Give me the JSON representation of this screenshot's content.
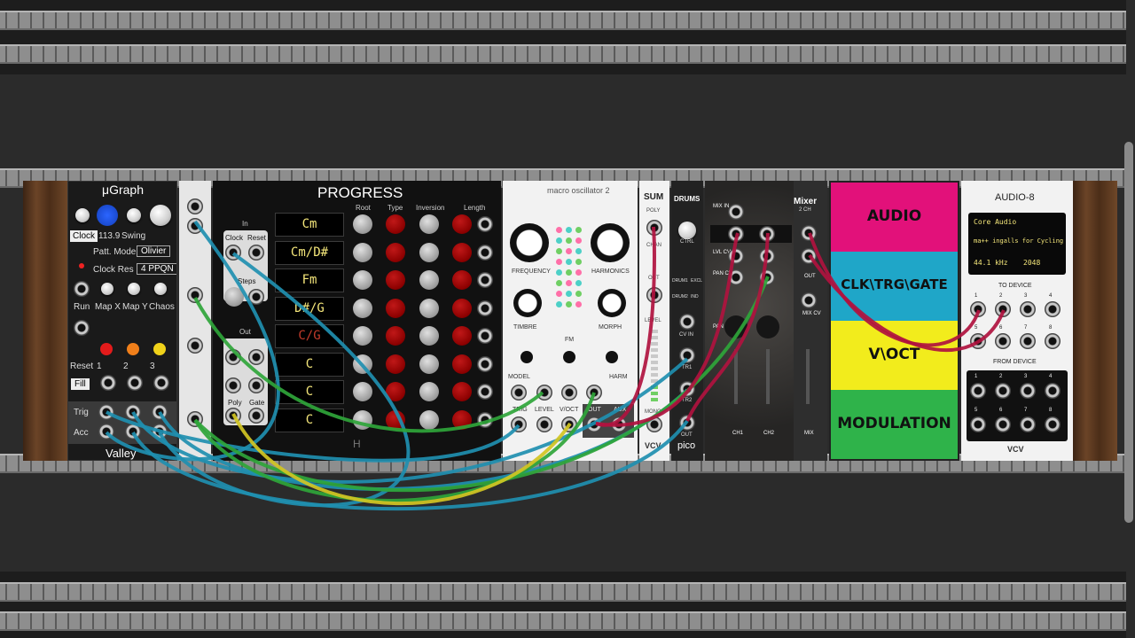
{
  "rack": {
    "colors": {
      "background": "#2b2b2b",
      "rail": "#8e8e8e",
      "cable_blue": "#1f8fb0",
      "cable_green": "#2fa53a",
      "cable_yellow": "#d2c623",
      "cable_red": "#b0123f"
    }
  },
  "ugraph": {
    "title": "μGraph",
    "clock_label": "Clock",
    "clock_value": "113.9",
    "swing_label": "Swing",
    "patt_mode_label": "Patt. Mode",
    "patt_mode_value": "Olivier",
    "clock_res_label": "Clock Res",
    "clock_res_value": "4 PPQN",
    "run_label": "Run",
    "mapx_label": "Map X",
    "mapy_label": "Map Y",
    "chaos_label": "Chaos",
    "reset_label": "Reset",
    "num1": "1",
    "num2": "2",
    "num3": "3",
    "fill_label": "Fill",
    "trig_label": "Trig",
    "acc_label": "Acc",
    "footer": "Valley"
  },
  "progress": {
    "title": "PROGRESS",
    "in_label": "In",
    "clock_label": "Clock",
    "reset_label": "Reset",
    "steps_label": "Steps",
    "out_label": "Out",
    "poly_label": "Poly",
    "gate_label": "Gate",
    "col_root": "Root",
    "col_type": "Type",
    "col_inversion": "Inversion",
    "col_length": "Length",
    "chords": [
      "Cm",
      "Cm/D#",
      "Fm",
      "D#/G",
      "C/G",
      "C",
      "C",
      "C"
    ],
    "footer_mark": "H"
  },
  "macro": {
    "title": "macro oscillator 2",
    "frequency": "FREQUENCY",
    "harmonics": "HARMONICS",
    "timbre": "TIMBRE",
    "fm": "FM",
    "morph": "MORPH",
    "model": "MODEL",
    "harm": "HARM",
    "trig": "TRIG",
    "level": "LEVEL",
    "voct": "V/OCT",
    "out": "OUT",
    "aux": "AUX"
  },
  "sum": {
    "title": "SUM",
    "poly": "POLY",
    "chan": "CHAN",
    "out": "OUT",
    "level": "LEVEL",
    "mono": "MONO",
    "brand": "VCV"
  },
  "drums": {
    "title": "DRUMS",
    "ctrl": "CTRL",
    "drum1": "DRUM1",
    "excl": "EXCL",
    "drum2": "DRUM2",
    "ind": "IND",
    "cv_in": "CV IN",
    "tr1": "TR1",
    "tr2": "TR2",
    "out": "OUT",
    "brand": "pico"
  },
  "mixer": {
    "title": "Mixer",
    "subtitle": "2 CH",
    "mix_in": "MIX IN",
    "lvl_cv": "LVL CV",
    "pan_cv": "PAN CV",
    "pan": "PAN",
    "ch1": "CH1",
    "ch2": "CH2",
    "mix": "MIX",
    "out": "OUT",
    "mix_cv": "MIX CV"
  },
  "notes": {
    "rows": [
      {
        "text": "AUDIO",
        "color": "#e2117a"
      },
      {
        "text": "CLK\\TRG\\GATE",
        "color": "#1fa6c8"
      },
      {
        "text": "V\\OCT",
        "color": "#f2ec1c"
      },
      {
        "text": "MODULATION",
        "color": "#2fb34a"
      }
    ]
  },
  "audio8": {
    "title": "AUDIO-8",
    "driver": "Core Audio",
    "device": "ma++ ingalls for Cycling",
    "sample_rate": "44.1 kHz",
    "block_size": "2048",
    "to_device": "TO DEVICE",
    "from_device": "FROM DEVICE",
    "brand": "VCV",
    "ports": [
      "1",
      "2",
      "3",
      "4",
      "5",
      "6",
      "7",
      "8"
    ]
  }
}
